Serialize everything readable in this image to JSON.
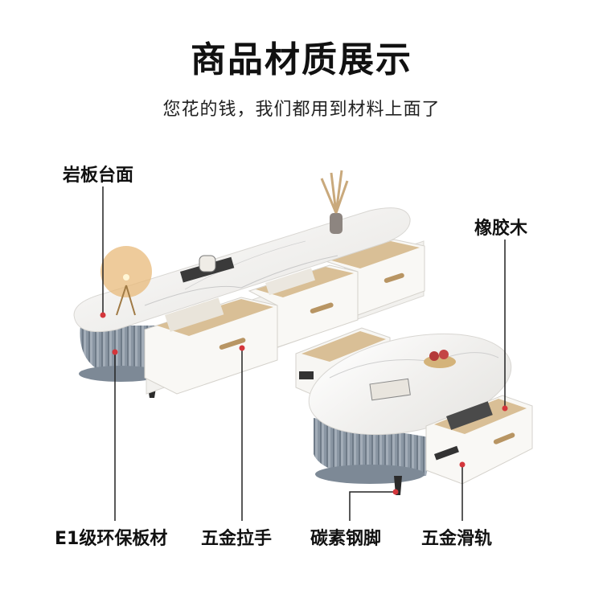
{
  "title": "商品材质展示",
  "subtitle": "您花的钱，我们都用到材料上面了",
  "labels": {
    "stone_top": "岩板台面",
    "rubber_wood": "橡胶木",
    "e1_board": "E1级环保板材",
    "handle": "五金拉手",
    "steel_legs": "碳素钢脚",
    "slide_rail": "五金滑轨"
  },
  "colors": {
    "marble": "#f4f3f1",
    "drawer_white": "#f7f6f3",
    "base_grey": "#8a96a3",
    "wood_inner": "#d9bf96",
    "handle_gold": "#b89563",
    "leader_line": "#222222",
    "leader_dot": "#d4363b"
  }
}
